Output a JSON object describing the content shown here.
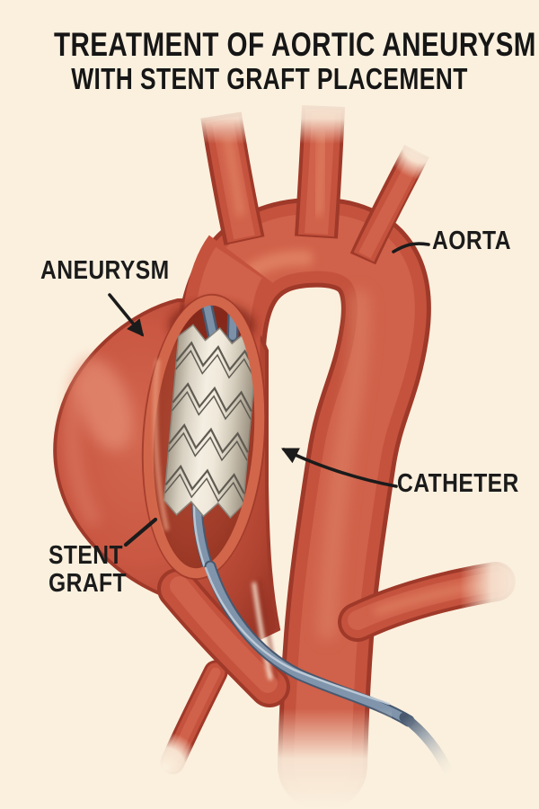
{
  "title": {
    "line1": "TREATMENT OF AORTIC ANEURYSM",
    "line2": "WITH STENT GRAFT PLACEMENT"
  },
  "labels": {
    "aneurysm": "ANEURYSM",
    "aorta": "AORTA",
    "catheter": "CATHETER",
    "stent_graft_line1": "STENT",
    "stent_graft_line2": "GRAFT"
  },
  "colors": {
    "background": "#fbf0de",
    "vessel_red_mid": "#c95642",
    "vessel_red_light": "#d0614a",
    "vessel_dark_edge": "#9f3929",
    "vessel_highlight": "#e8926f",
    "lumen_interior_dark": "#a03c29",
    "stent_fabric_white": "#f3ede1",
    "stent_wire_gray": "#5f5b52",
    "catheter_blue_mid": "#8095ac",
    "catheter_blue_dark": "#47586f",
    "label_text": "#1b1b1b"
  }
}
